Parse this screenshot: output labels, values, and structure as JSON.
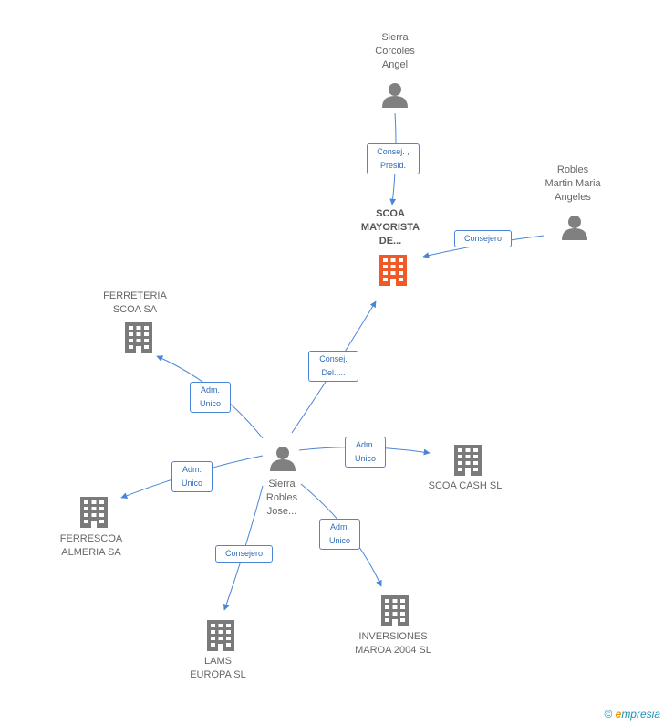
{
  "nodes": {
    "sierra_corcoles": {
      "label": "Sierra\nCorcoles\nAngel",
      "type": "person"
    },
    "robles_martin": {
      "label": "Robles\nMartin Maria\nAngeles",
      "type": "person"
    },
    "scoa_mayorista": {
      "label": "SCOA\nMAYORISTA\nDE...",
      "type": "company-focus"
    },
    "ferreteria_scoa": {
      "label": "FERRETERIA\nSCOA SA",
      "type": "company"
    },
    "sierra_robles": {
      "label": "Sierra\nRobles\nJose...",
      "type": "person"
    },
    "scoa_cash": {
      "label": "SCOA CASH SL",
      "type": "company"
    },
    "ferrescoa": {
      "label": "FERRESCOA\nALMERIA SA",
      "type": "company"
    },
    "inversiones_maroa": {
      "label": "INVERSIONES\nMAROA 2004 SL",
      "type": "company"
    },
    "lams_europa": {
      "label": "LAMS\nEUROPA SL",
      "type": "company"
    }
  },
  "edges": {
    "e1": {
      "label": "Consej. ,\nPresid.",
      "from": "sierra_corcoles",
      "to": "scoa_mayorista"
    },
    "e2": {
      "label": "Consejero",
      "from": "robles_martin",
      "to": "scoa_mayorista"
    },
    "e3": {
      "label": "Consej.\nDel.,...",
      "from": "sierra_robles",
      "to": "scoa_mayorista"
    },
    "e4": {
      "label": "Adm.\nUnico",
      "from": "sierra_robles",
      "to": "ferreteria_scoa"
    },
    "e5": {
      "label": "Adm.\nUnico",
      "from": "sierra_robles",
      "to": "scoa_cash"
    },
    "e6": {
      "label": "Adm.\nUnico",
      "from": "sierra_robles",
      "to": "ferrescoa"
    },
    "e7": {
      "label": "Adm.\nUnico",
      "from": "sierra_robles",
      "to": "inversiones_maroa"
    },
    "e8": {
      "label": "Consejero",
      "from": "sierra_robles",
      "to": "lams_europa"
    }
  },
  "colors": {
    "edge": "#4a86d8",
    "person": "#808080",
    "company": "#7a7a7a",
    "focus_company": "#f05a28"
  },
  "footer": {
    "copyright": "©",
    "brand_e": "e",
    "brand_rest": "mpresia"
  }
}
